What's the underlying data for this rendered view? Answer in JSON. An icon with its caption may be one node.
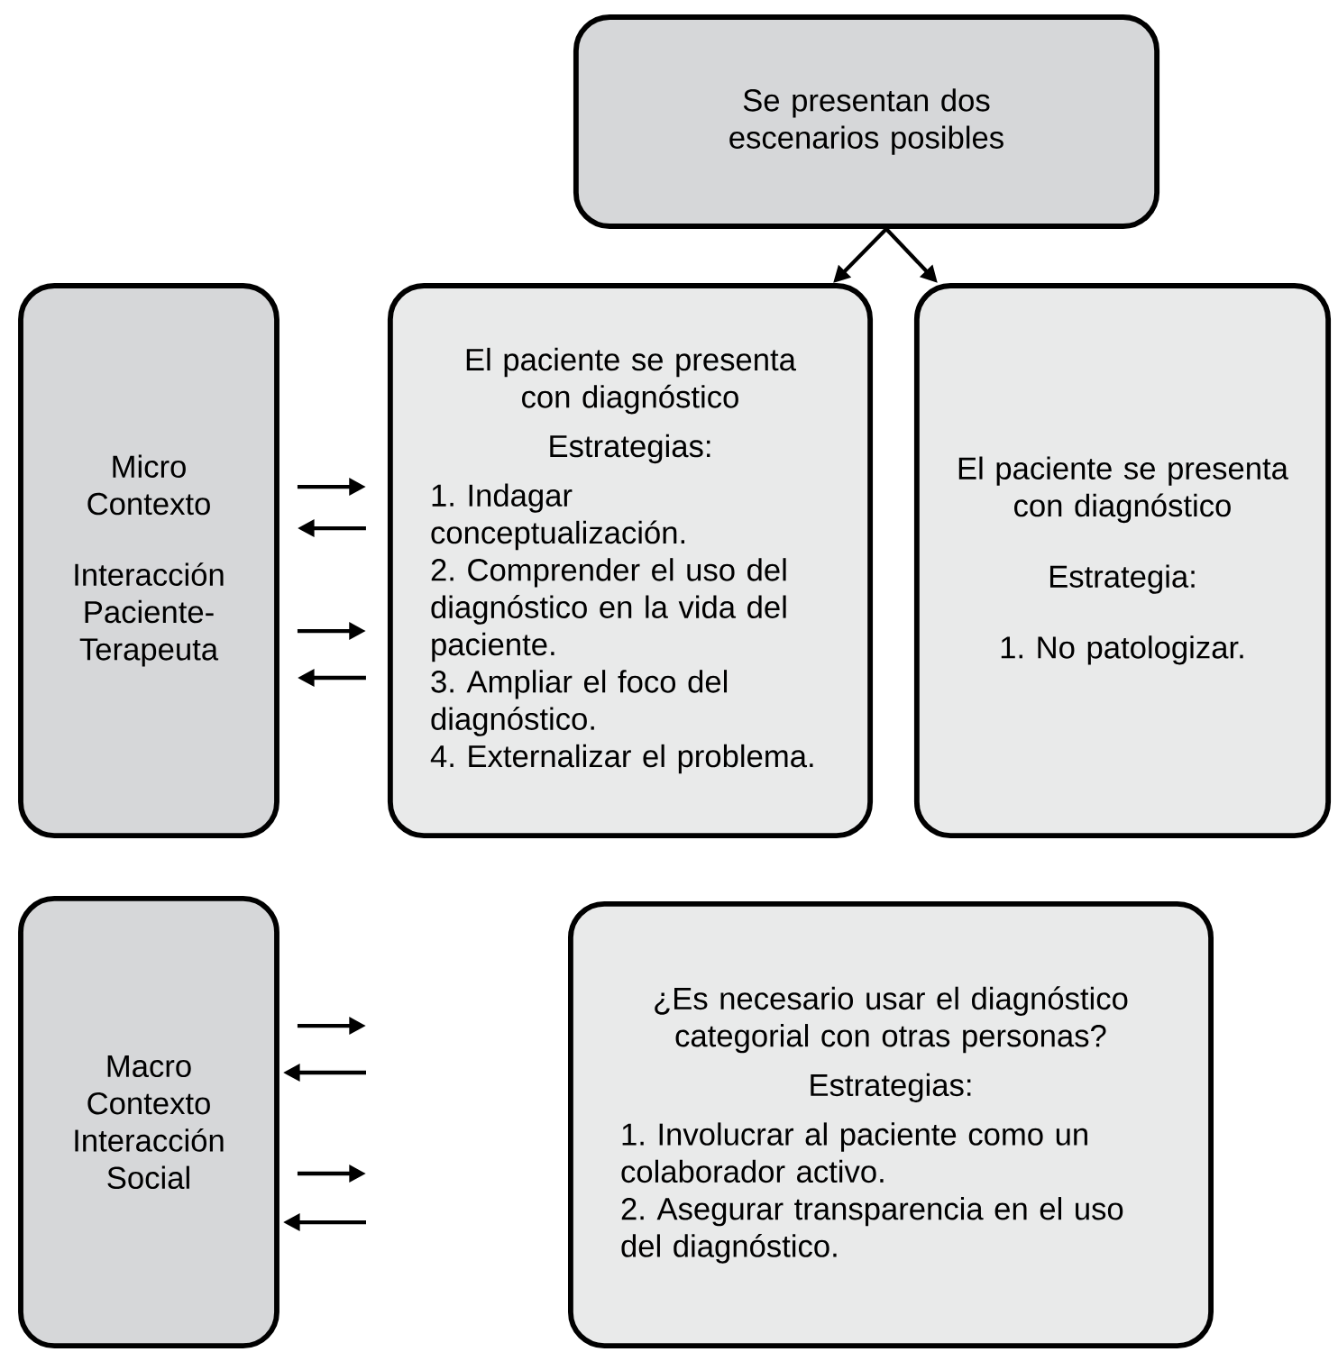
{
  "diagram": {
    "nodes": [
      {
        "text": [
          "Se presentan dos escenarios posibles"
        ]
      },
      {
        "text": [
          "Micro Contexto",
          "Interacción Paciente-Terapeuta"
        ]
      },
      {
        "text": [
          "El paciente se presenta con diagnóstico",
          "Estrategias:",
          "1. Indagar conceptualización.",
          "2. Comprender el uso del diagnóstico en la vida del paciente.",
          "3. Ampliar el foco del diagnóstico.",
          "4. Externalizar el problema."
        ]
      },
      {
        "text": [
          "El paciente se presenta con diagnóstico",
          "Estrategia:",
          "1. No patologizar."
        ]
      },
      {
        "text": [
          "Macro Contexto Interacción Social"
        ]
      },
      {
        "text": [
          "¿Es necesario usar el diagnóstico categorial con otras personas?",
          "Estrategias:",
          "1. Involucrar al paciente como un colaborador activo.",
          "2. Asegurar transparencia en el uso del diagnóstico."
        ]
      }
    ],
    "edges": [
      {
        "from": 0,
        "to": 2,
        "arrow": "to"
      },
      {
        "from": 0,
        "to": 3,
        "arrow": "to"
      },
      {
        "from": 1,
        "to": 2,
        "arrow": "to"
      },
      {
        "from": 2,
        "to": 1,
        "arrow": "to"
      },
      {
        "from": 1,
        "to": 2,
        "arrow": "to"
      },
      {
        "from": 2,
        "to": 1,
        "arrow": "to"
      },
      {
        "from": 4,
        "to": null,
        "arrow": "to"
      },
      {
        "from": null,
        "to": 4,
        "arrow": "to"
      },
      {
        "from": 4,
        "to": null,
        "arrow": "to"
      },
      {
        "from": null,
        "to": 4,
        "arrow": "to"
      }
    ]
  }
}
